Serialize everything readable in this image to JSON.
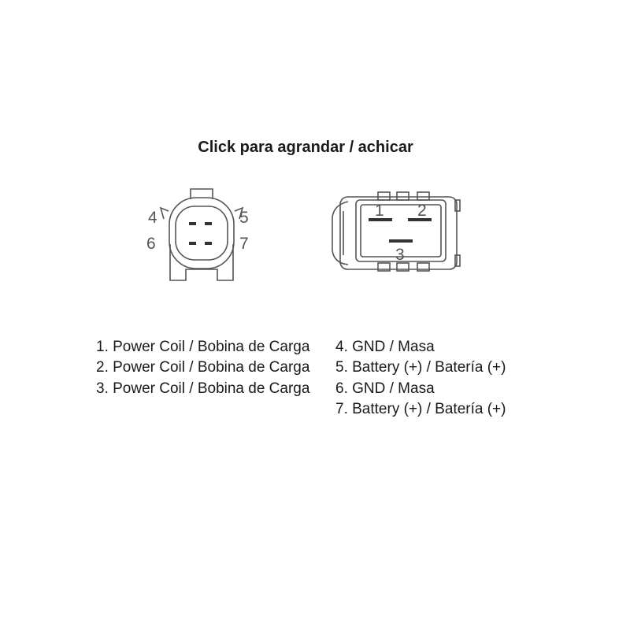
{
  "title": "Click para agrandar / achicar",
  "small_connector": {
    "pin_labels": [
      "4",
      "5",
      "6",
      "7"
    ]
  },
  "large_connector": {
    "pin_labels": [
      "1",
      "2",
      "3"
    ]
  },
  "legend": {
    "left": [
      "1. Power Coil / Bobina de Carga",
      "2. Power Coil / Bobina de Carga",
      "3. Power Coil / Bobina de Carga"
    ],
    "right": [
      "4. GND / Masa",
      "5. Battery (+) / Batería (+)",
      "6. GND / Masa",
      "7. Battery (+) / Batería (+)"
    ]
  },
  "colors": {
    "line": "#555555",
    "text": "#1a1a1a"
  }
}
